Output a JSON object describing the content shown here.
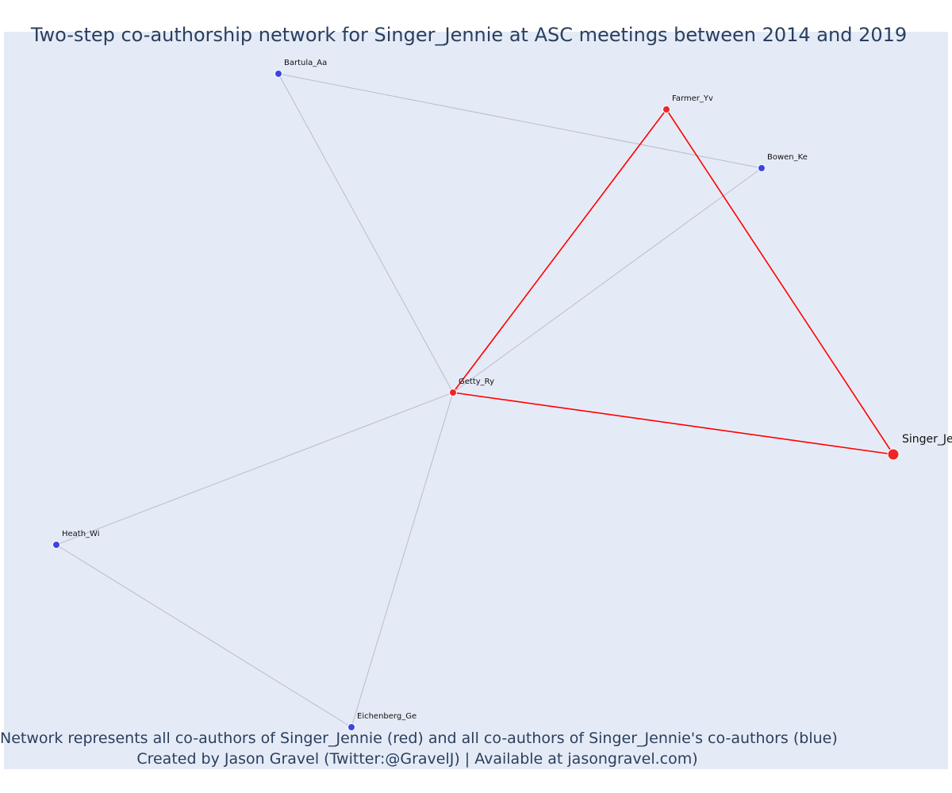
{
  "title": "Two-step co-authorship network for Singer_Jennie at ASC meetings between 2014 and 2019",
  "caption": {
    "line1": "Network represents all co-authors of Singer_Jennie (red) and all co-authors of Singer_Jennie's co-authors (blue)",
    "line2": "Created by Jason Gravel (Twitter:@GravelJ) | Available at jasongravel.com)"
  },
  "colors": {
    "plot_background": "#e5ebf6",
    "title_text": "#2a3f5f",
    "direct_coauthor": "#ef2525",
    "indirect_coauthor": "#3d44e6",
    "direct_edge": "#ff0000",
    "indirect_edge": "#b9bccd"
  },
  "nodes": [
    {
      "id": "Bartula_Aa",
      "label": "Bartula_Aa",
      "group": "indirect"
    },
    {
      "id": "Farmer_Yv",
      "label": "Farmer_Yv",
      "group": "direct"
    },
    {
      "id": "Bowen_Ke",
      "label": "Bowen_Ke",
      "group": "indirect"
    },
    {
      "id": "Getty_Ry",
      "label": "Getty_Ry",
      "group": "direct"
    },
    {
      "id": "Singer_Jennie",
      "label": "Singer_Je",
      "group": "focal"
    },
    {
      "id": "Heath_Wi",
      "label": "Heath_Wi",
      "group": "indirect"
    },
    {
      "id": "Eichenberg_Ge",
      "label": "Eichenberg_Ge",
      "group": "indirect"
    }
  ],
  "edges": [
    {
      "source": "Bartula_Aa",
      "target": "Getty_Ry",
      "kind": "indirect"
    },
    {
      "source": "Bartula_Aa",
      "target": "Bowen_Ke",
      "kind": "indirect"
    },
    {
      "source": "Bowen_Ke",
      "target": "Getty_Ry",
      "kind": "indirect"
    },
    {
      "source": "Heath_Wi",
      "target": "Getty_Ry",
      "kind": "indirect"
    },
    {
      "source": "Heath_Wi",
      "target": "Eichenberg_Ge",
      "kind": "indirect"
    },
    {
      "source": "Eichenberg_Ge",
      "target": "Getty_Ry",
      "kind": "indirect"
    },
    {
      "source": "Farmer_Yv",
      "target": "Getty_Ry",
      "kind": "direct"
    },
    {
      "source": "Farmer_Yv",
      "target": "Singer_Jennie",
      "kind": "direct"
    },
    {
      "source": "Getty_Ry",
      "target": "Singer_Jennie",
      "kind": "direct"
    }
  ]
}
